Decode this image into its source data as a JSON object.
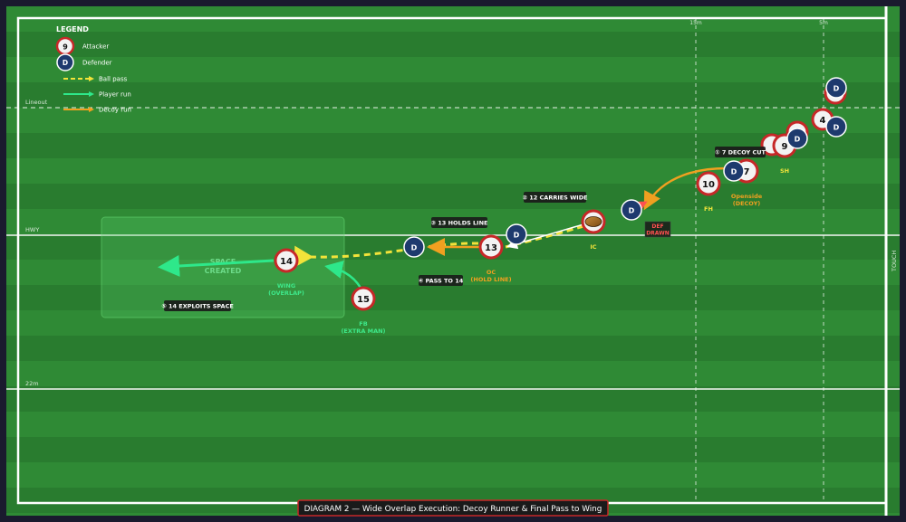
{
  "legend": {
    "title": "LEGEND",
    "attacker_sample": "9",
    "attacker_label": "Attacker",
    "defender_sample": "D",
    "defender_label": "Defender",
    "ball_pass_label": "Ball pass",
    "player_run_label": "Player run",
    "decoy_run_label": "Decoy run"
  },
  "field": {
    "lineout_label": "Lineout",
    "hwy_label": "HWY",
    "line_22_label": "22m",
    "mark_15_label": "15m",
    "mark_5_label": "5m",
    "touch_label": "TOUCH"
  },
  "players": {
    "p9_top": "9",
    "p4": "4",
    "p9": "9",
    "p7": "7",
    "p10": "10",
    "p13": "13",
    "p14": "14",
    "p15": "15",
    "d_generic": "D"
  },
  "roles": {
    "sh": "SH",
    "fh": "FH",
    "ic": "IC",
    "openside_1": "Openside",
    "openside_2": "(DECOY)",
    "oc_1": "OC",
    "oc_2": "(HOLD LINE)",
    "wing_1": "WING",
    "wing_2": "(OVERLAP)",
    "fb_1": "FB",
    "fb_2": "(EXTRA MAN)",
    "def_drawn_1": "DEF",
    "def_drawn_2": "DRAWN",
    "space_1": "SPACE",
    "space_2": "CREATED"
  },
  "callouts": {
    "step1": "① 7 DECOY CUT",
    "step2": "② 12 CARRIES WIDE",
    "step3": "③ 13 HOLDS LINE",
    "step4": "④ PASS TO 14",
    "step5": "⑤ 14 EXPLOITS SPACE"
  },
  "title": "DIAGRAM 2 — Wide Overlap Execution: Decoy Runner & Final Pass to Wing",
  "colors": {
    "grass_light": "#2f8a35",
    "grass_dark": "#297c2f",
    "attacker_ring": "#c62828",
    "defender_fill": "#1e3a6e",
    "ball_pass": "#f2e33a",
    "player_run": "#2ee88a",
    "decoy_run": "#f0a020",
    "def_drawn_text": "#ff5050",
    "role_yellow": "#f2e33a",
    "role_orange": "#f0a020",
    "role_green": "#3ee88a"
  }
}
